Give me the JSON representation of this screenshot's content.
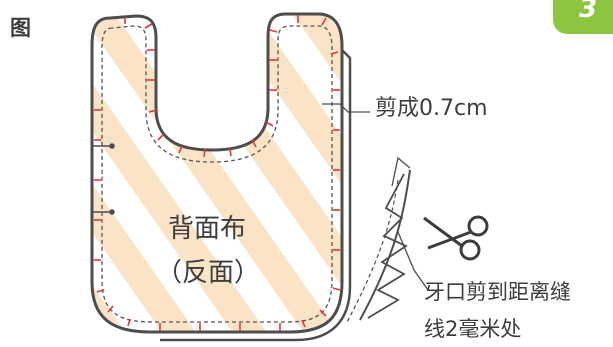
{
  "figure": {
    "label": "图",
    "step_number": "3",
    "fabric_label_line1": "背面布",
    "fabric_label_line2": "（反面）",
    "cut_annotation": "剪成0.7cm",
    "notch_annotation_line1": "牙口剪到距离缝",
    "notch_annotation_line2": "线2毫米处"
  },
  "colors": {
    "outline": "#4d4d4d",
    "stripe": "#fbe3c6",
    "notch": "#e8343c",
    "badge": "#8cc63f"
  }
}
